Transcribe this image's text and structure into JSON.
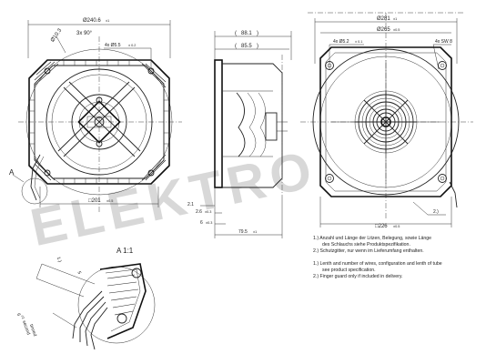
{
  "watermark": "ELEKTRO",
  "front_view": {
    "outer_diameter": "Ø240.6",
    "outer_diameter_tol": "±1",
    "angle": "3x 90°",
    "hole_diameter": "Ø10.3",
    "holes": "4x Ø5.5",
    "holes_tol": "± 0.2",
    "square": "□201",
    "square_tol": "±0.5",
    "detail_marker": "A"
  },
  "side_view": {
    "depth1": "88.1",
    "depth2": "85.5",
    "d_a": "2.1",
    "d_b": "2.6",
    "d_b_tol": "±0.3",
    "d_c": "6",
    "d_c_tol": "±0.3",
    "d_total": "79.5",
    "d_total_tol": "±1"
  },
  "right_view": {
    "outer_diameter": "Ø281",
    "outer_diameter_tol": "±1",
    "pcd": "Ø265",
    "pcd_tol": "±0.5",
    "holes": "4x Ø5.2",
    "holes_tol": "± 0.1",
    "wrench": "4x SW 8",
    "square": "□226",
    "square_tol": "±0.5",
    "ref": "2.)"
  },
  "detail": {
    "title": "A 1:1",
    "dim1": "1.)",
    "dim2": "5",
    "dim3": "6",
    "dim3_tol": "±1",
    "label1": "second",
    "label2": "tinned"
  },
  "notes": {
    "de1": "1.) Anzahl und Länge der Litzen, Belegung, sowie Länge",
    "de2": "des Schlauchs siehe Produktspezifikation.",
    "de3": "2.) Schutzgitter, nur wenn im Lieferumfang enthalten.",
    "en1": "1.) Lenth and number of wires, configuration and lenth of tube",
    "en2": "see product specification.",
    "en3": "2.) Finger guard only if included in delivery."
  }
}
